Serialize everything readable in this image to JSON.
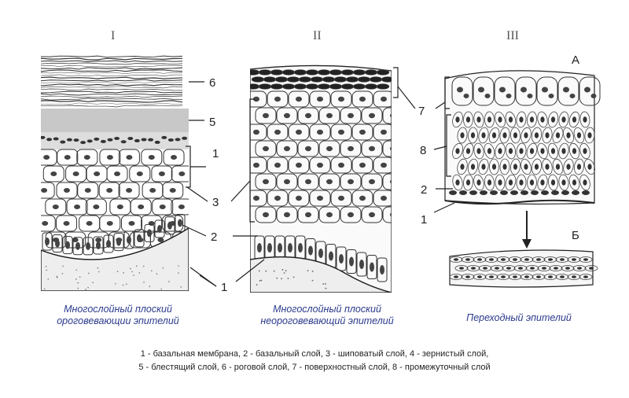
{
  "roman": [
    "I",
    "II",
    "III"
  ],
  "panel3_sub": {
    "a": "А",
    "b": "Б"
  },
  "labels_p1": [
    "6",
    "5",
    "1",
    "3",
    "2",
    "1"
  ],
  "labels_p3": [
    "7",
    "8",
    "2",
    "1"
  ],
  "captions": {
    "p1_line1": "Многослойный плоский",
    "p1_line2": "ороговевающии эпителий",
    "p2_line1": "Многослойный плоский",
    "p2_line2": "неороговевающий эпителий",
    "p3": "Переходный эпителий"
  },
  "legend": {
    "line1": "1 - базальная мембрана, 2 - базальный слой, 3 - шиповатый слой, 4 - зернистый слой,",
    "line2": "5 - блестящий слой, 6 - роговой слой, 7 - поверхностный слой, 8 - промежуточный слой"
  },
  "colors": {
    "caption": "#2b3a8c",
    "ink": "#222222",
    "stratum_lucidum": "#c8c8c8"
  }
}
